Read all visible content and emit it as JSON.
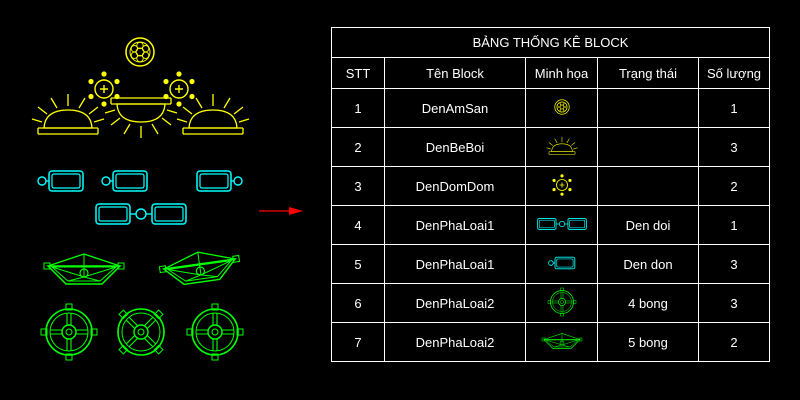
{
  "colors": {
    "background": "#000000",
    "yellow": "#ffff00",
    "cyan": "#00ffff",
    "green": "#00ff00",
    "red": "#ff0000",
    "line": "#ffffff"
  },
  "table": {
    "title": "BẢNG THỐNG KÊ BLOCK",
    "headers": [
      "STT",
      "Tên Block",
      "Minh họa",
      "Trạng thái",
      "Số lượng"
    ],
    "rows": [
      {
        "stt": "1",
        "name": "DenAmSan",
        "icon": "recessed-light-icon",
        "status": "",
        "qty": "1"
      },
      {
        "stt": "2",
        "name": "DenBeBoi",
        "icon": "pool-light-icon",
        "status": "",
        "qty": "3"
      },
      {
        "stt": "3",
        "name": "DenDomDom",
        "icon": "firefly-light-icon",
        "status": "",
        "qty": "2"
      },
      {
        "stt": "4",
        "name": "DenPhaLoai1",
        "icon": "double-floodlight-icon",
        "status": "Den doi",
        "qty": "1"
      },
      {
        "stt": "5",
        "name": "DenPhaLoai1",
        "icon": "single-floodlight-icon",
        "status": "Den don",
        "qty": "3"
      },
      {
        "stt": "6",
        "name": "DenPhaLoai2",
        "icon": "round-floodlight-icon",
        "status": "4 bong",
        "qty": "3"
      },
      {
        "stt": "7",
        "name": "DenPhaLoai2",
        "icon": "tray-floodlight-icon",
        "status": "5 bong",
        "qty": "2"
      }
    ]
  }
}
